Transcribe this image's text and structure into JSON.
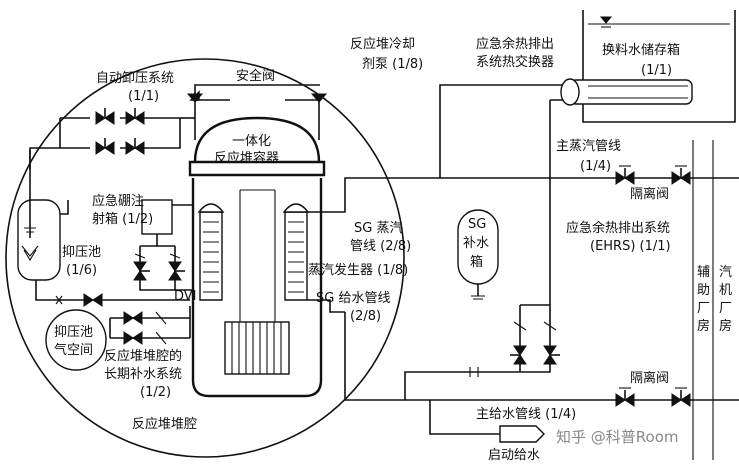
{
  "labels": {
    "auto_depress": "自动卸压系统",
    "auto_depress_frac": "(1/1)",
    "safety_valve": "安全阀",
    "integrated_vessel_1": "一体化",
    "integrated_vessel_2": "反应堆容器",
    "pump_1": "反应堆冷却",
    "pump_2": "剂泵 (1/8)",
    "ehrs_hx_1": "应急余热排出",
    "ehrs_hx_2": "系统热交换器",
    "tank_1": "换料水储存箱",
    "tank_frac": "(1/1)",
    "main_steam_1": "主蒸汽管线",
    "main_steam_frac": "(1/4)",
    "isolation_valve_top": "隔离阀",
    "boron_1": "应急硼注",
    "boron_2": "射箱 (1/2)",
    "sg_steam_1": "SG 蒸汽",
    "sg_steam_2": "管线 (2/8)",
    "sg_makeup_1": "SG",
    "sg_makeup_2": "补水",
    "sg_makeup_3": "箱",
    "ehrs_1": "应急余热排出系统",
    "ehrs_2": "(EHRS) (1/1)",
    "suppression_pool_1": "抑压池",
    "suppression_pool_2": "(1/6)",
    "steam_gen": "蒸汽发生器 (1/8)",
    "dvi": "DVI",
    "sg_feed_1": "SG 给水管线",
    "sg_feed_2": "(2/8)",
    "aux_bldg": [
      "辅",
      "助",
      "厂",
      "房"
    ],
    "turbine_bldg": [
      "汽",
      "机",
      "厂",
      "房"
    ],
    "pool_gas_1": "抑压池",
    "pool_gas_2": "气空间",
    "long_makeup_1": "反应堆堆腔的",
    "long_makeup_2": "长期补水系统",
    "long_makeup_frac": "(1/2)",
    "isolation_valve_bottom": "隔离阀",
    "cavity": "反应堆堆腔",
    "main_feed": "主给水管线 (1/4)",
    "startup_feed": "启动给水",
    "watermark": "知乎 @科普Room"
  }
}
